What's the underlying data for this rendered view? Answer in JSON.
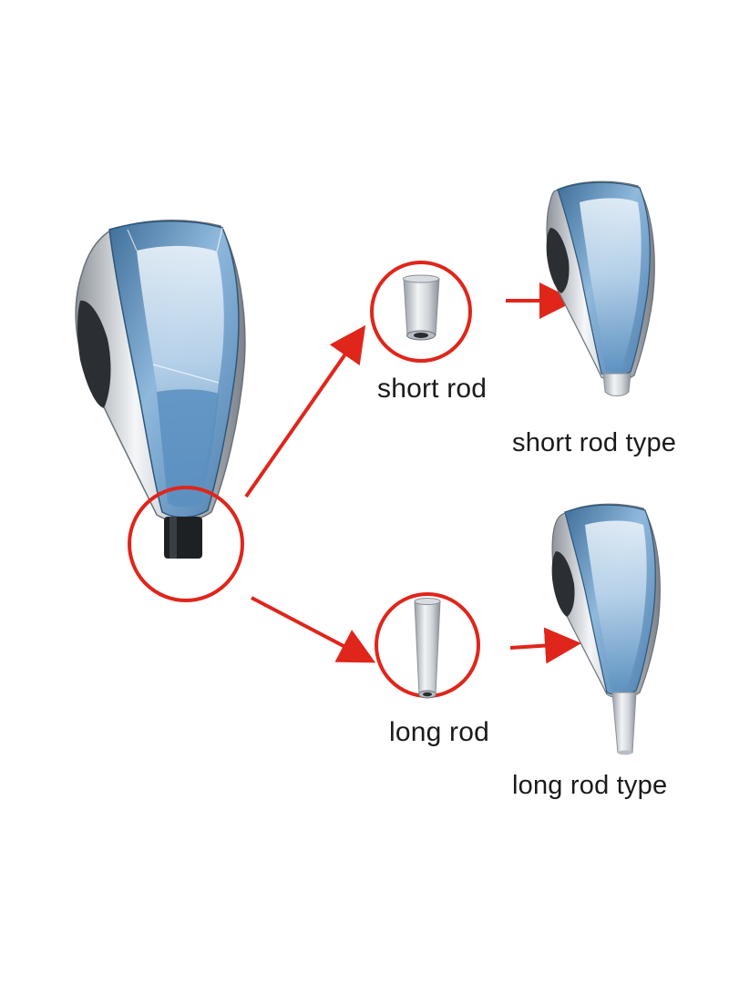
{
  "labels": {
    "short_rod": "short rod",
    "long_rod": "long rod",
    "short_rod_type": "short rod type",
    "long_rod_type": "long rod type"
  },
  "colors": {
    "annotation_red": "#e0251b",
    "crystal_blue": "#6e9ec8",
    "chrome": "#c9cdd2",
    "rubber": "#2b2f33"
  },
  "icons": {
    "main_product": "gear-shift-knob",
    "short_rod_part": "short-rod-adapter",
    "long_rod_part": "long-rod-adapter",
    "arrow": "red-arrow"
  }
}
